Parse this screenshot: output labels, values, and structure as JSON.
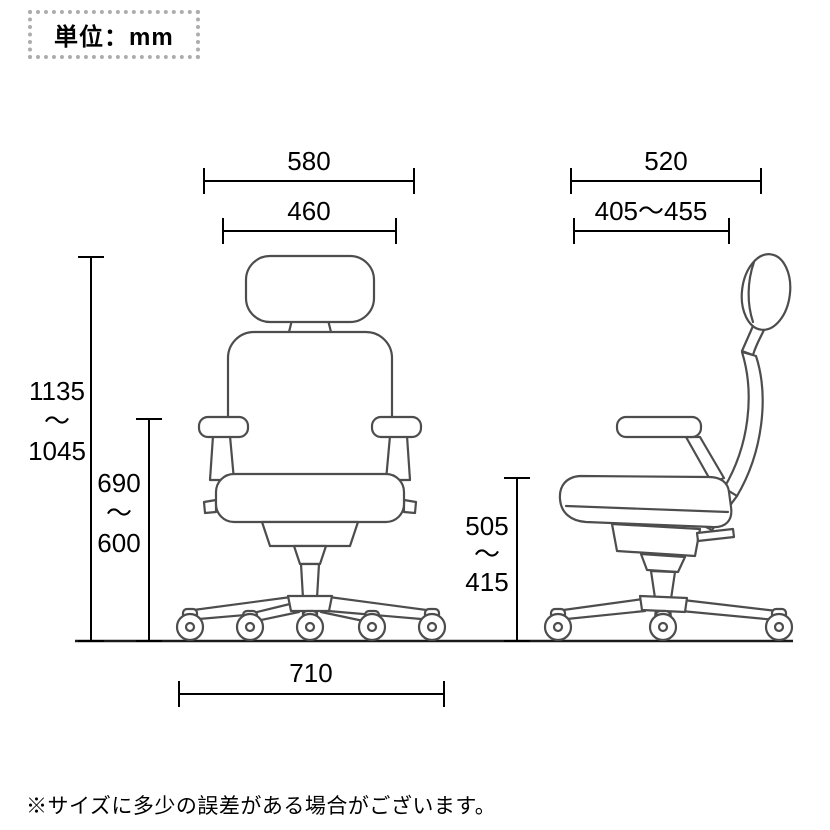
{
  "unit_box": {
    "label": "単位：mm"
  },
  "disclaimer": "※サイズに多少の誤差がある場合がございます。",
  "range_separator": "～",
  "front_view": {
    "dim_width_outer": "580",
    "dim_width_backrest": "460",
    "dim_height_total_max": "1135",
    "dim_height_total_min": "1045",
    "dim_armrest_height_max": "690",
    "dim_armrest_height_min": "600",
    "dim_base_width": "710"
  },
  "side_view": {
    "dim_depth": "520",
    "dim_seat_depth_range": "405～455",
    "dim_seat_height_max": "505",
    "dim_seat_height_min": "415"
  }
}
